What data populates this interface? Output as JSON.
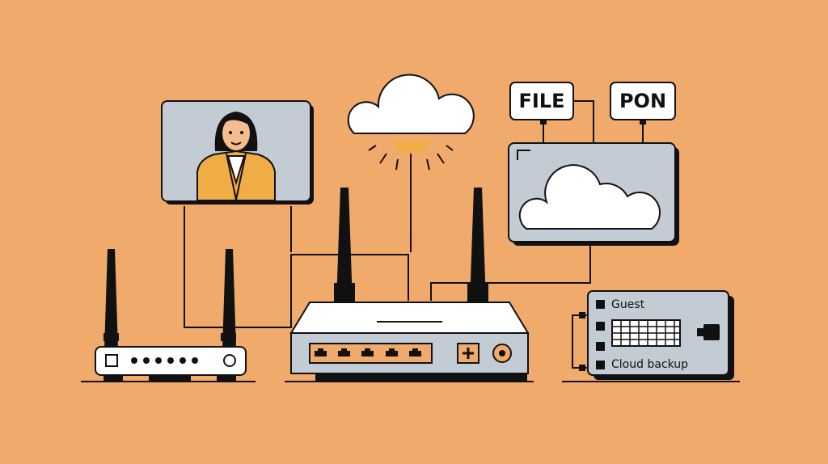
{
  "colors": {
    "background": "#f0aa6b",
    "panel": "#c3ccd4",
    "outline": "#111111",
    "accent_orange": "#f0aa6b",
    "avatar_jacket": "#f0ac45",
    "cloud_fill": "#ffffff"
  },
  "tags": {
    "file": "FILE",
    "pon": "PON"
  },
  "settings_panel": {
    "guest": "Guest",
    "cloud_backup": "Cloud backup"
  },
  "icons": [
    "user-avatar-icon",
    "cloud-icon",
    "sun-icon",
    "router-icon",
    "keyboard-icon",
    "ethernet-port-icon"
  ]
}
